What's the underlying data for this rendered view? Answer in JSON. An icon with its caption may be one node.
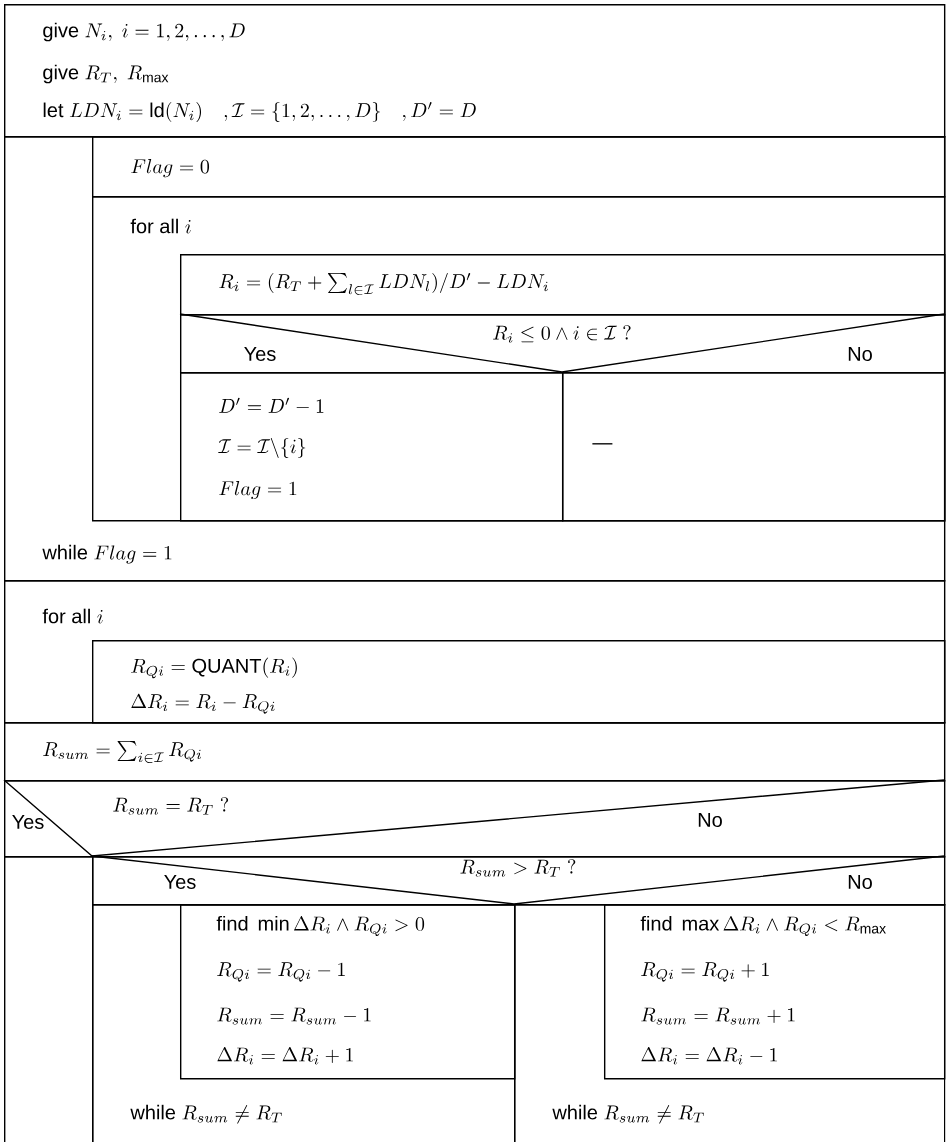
{
  "diagram": {
    "nodes": [
      {
        "text": [
          "\\text{give } N_i,\\ i = 1, 2, \\ldots, D",
          "\\text{give } R_T,\\ R_{\\max}",
          "\\text{let } LDN_i = \\mathrm{ld}(N_i)\\quad , \\mathcal{I} = \\{1, 2, \\ldots, D\\}\\quad , D' = D"
        ]
      },
      {
        "text": [
          "\\text{while } Flag = 1"
        ]
      },
      {
        "text": [
          "Flag = 0"
        ],
        "in": 1
      },
      {
        "text": [
          "\\text{for all } i"
        ],
        "in": 1
      },
      {
        "text": [
          "R_i = (R_T + \\sum_{l \\in \\mathcal{I}} LDN_l)/D' - LDN_i"
        ],
        "in": 3
      },
      {
        "text": [
          "Yes",
          "R_i \\leq 0 \\wedge i \\in \\mathcal{I}\\ ?",
          "No"
        ],
        "in": 3
      },
      {
        "text": [
          "D' = D' - 1",
          "\\mathcal{I} = \\mathcal{I} \\backslash \\{i\\}",
          "Flag = 1"
        ],
        "in": 3
      },
      {
        "text": [
          "—"
        ],
        "in": 3
      },
      {
        "text": [
          "\\text{for all } i"
        ]
      },
      {
        "text": [
          "R_{Qi} = \\mathrm{QUANT}(R_i)",
          "\\Delta R_i = R_i - R_{Qi}"
        ],
        "in": 8
      },
      {
        "text": [
          "R_{sum} = \\sum_{i \\in \\mathcal{I}} R_{Qi}"
        ]
      },
      {
        "text": [
          "Yes",
          "R_{sum} = R_T\\ ?",
          "No"
        ]
      },
      {
        "text": [],
        "shape": "box"
      },
      {
        "text": [
          "Yes",
          "R_{sum} > R_T\\ ?",
          "No"
        ]
      },
      {
        "text": [
          "\\text{while } R_{sum} \\neq R_T"
        ]
      },
      {
        "text": [
          "\\text{find } \\min \\Delta R_i \\wedge R_{Qi} > 0",
          "R_{Qi} = R_{Qi} - 1",
          "R_{sum} = R_{sum} - 1",
          "\\Delta R_i = \\Delta R_i + 1"
        ],
        "in": 14
      },
      {
        "text": [
          "\\text{while } R_{sum} \\neq R_T"
        ]
      },
      {
        "text": [
          "\\text{find } \\max \\Delta R_i \\wedge R_{Qi} < R_{\\max}",
          "R_{Qi} = R_{Qi} + 1",
          "R_{sum} = R_{sum} + 1",
          "\\Delta R_i = \\Delta R_i - 1"
        ],
        "in": 16
      }
    ]
  }
}
